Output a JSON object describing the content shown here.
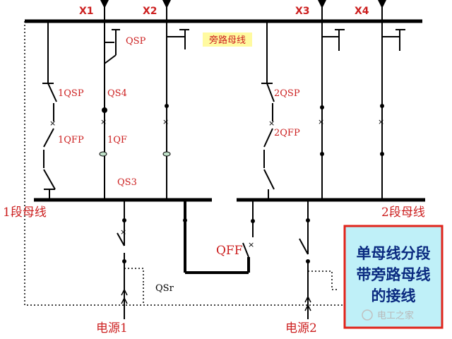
{
  "feeders": [
    "X1",
    "X2",
    "X3",
    "X4"
  ],
  "bypass_bus_label": "旁路母线",
  "section_bus_1": "1段母线",
  "section_bus_2": "2段母线",
  "labels": {
    "qs_p": "QSP",
    "qs_1qsp": "1QSP",
    "qs_4": "QS4",
    "qf_1qfp": "1QFP",
    "qf_1": "1QF",
    "qs_3": "QS3",
    "qs_2qsp": "2QSP",
    "qf_2qfp": "2QFP",
    "qf_f": "QFF",
    "qs_r": "QSr"
  },
  "sources": [
    "电源1",
    "电源2"
  ],
  "callout_lines": [
    "单母线分段",
    "带旁路母线",
    "的接线"
  ],
  "watermark": "电工之家",
  "colors": {
    "label_red": "#cc1f1f",
    "callout_border": "#e0241b",
    "callout_fill": "#bff0f8",
    "callout_text": "#0a2a80",
    "bypass_label_fill": "#fffaa0"
  }
}
